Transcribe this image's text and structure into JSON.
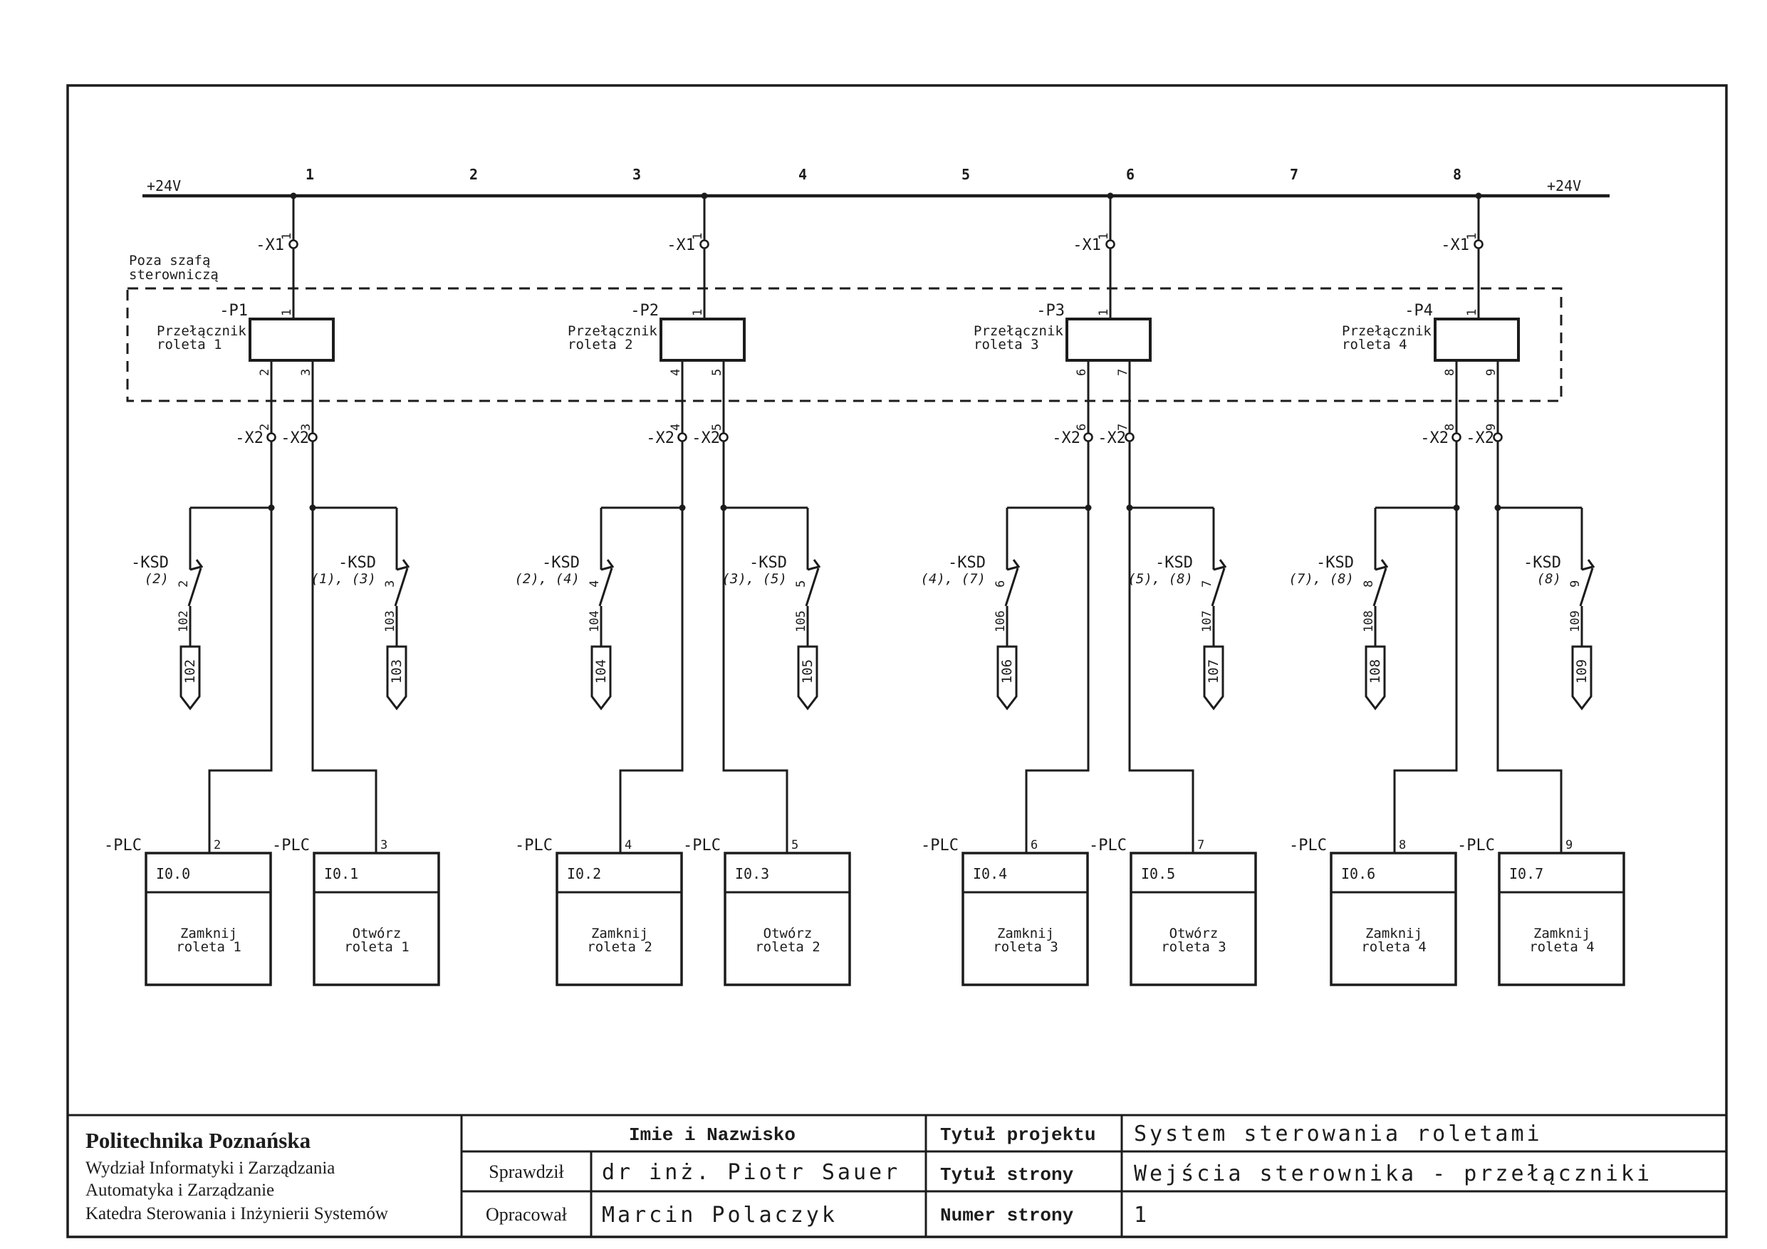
{
  "colors": {
    "ink": "#1c1c1c",
    "background": "#ffffff"
  },
  "rail": {
    "left_label": "+24V",
    "right_label": "+24V"
  },
  "columns": [
    "1",
    "2",
    "3",
    "4",
    "5",
    "6",
    "7",
    "8"
  ],
  "outside_label": {
    "line1": "Poza szafą",
    "line2": "sterowniczą"
  },
  "groups": [
    {
      "x1_label": "-X1",
      "x1_pin": "1",
      "p_label": "-P1",
      "p_desc1": "Przełącznik",
      "p_desc2": "roleta 1",
      "p_pin_top": "1",
      "p_pin_left": "2",
      "p_pin_right": "3",
      "x2_left_label": "-X2",
      "x2_left_pin": "2",
      "x2_right_label": "-X2",
      "x2_right_pin": "3",
      "ksd_left_label": "-KSD",
      "ksd_left_refs": "(2)",
      "ksd_left_pin": "2",
      "ksd_left_wire": "102",
      "ksd_left_flag": "102",
      "ksd_right_label": "-KSD",
      "ksd_right_refs": "(1), (3)",
      "ksd_right_pin": "3",
      "ksd_right_wire": "103",
      "ksd_right_flag": "103",
      "plc_left_label": "-PLC",
      "plc_left_pin": "2",
      "plc_left_input": "I0.0",
      "plc_left_desc1": "Zamknij",
      "plc_left_desc2": "roleta 1",
      "plc_right_label": "-PLC",
      "plc_right_pin": "3",
      "plc_right_input": "I0.1",
      "plc_right_desc1": "Otwórz",
      "plc_right_desc2": "roleta 1"
    },
    {
      "x1_label": "-X1",
      "x1_pin": "1",
      "p_label": "-P2",
      "p_desc1": "Przełącznik",
      "p_desc2": "roleta 2",
      "p_pin_top": "1",
      "p_pin_left": "4",
      "p_pin_right": "5",
      "x2_left_label": "-X2",
      "x2_left_pin": "4",
      "x2_right_label": "-X2",
      "x2_right_pin": "5",
      "ksd_left_label": "-KSD",
      "ksd_left_refs": "(2), (4)",
      "ksd_left_pin": "4",
      "ksd_left_wire": "104",
      "ksd_left_flag": "104",
      "ksd_right_label": "-KSD",
      "ksd_right_refs": "(3), (5)",
      "ksd_right_pin": "5",
      "ksd_right_wire": "105",
      "ksd_right_flag": "105",
      "plc_left_label": "-PLC",
      "plc_left_pin": "4",
      "plc_left_input": "I0.2",
      "plc_left_desc1": "Zamknij",
      "plc_left_desc2": "roleta 2",
      "plc_right_label": "-PLC",
      "plc_right_pin": "5",
      "plc_right_input": "I0.3",
      "plc_right_desc1": "Otwórz",
      "plc_right_desc2": "roleta 2"
    },
    {
      "x1_label": "-X1",
      "x1_pin": "1",
      "p_label": "-P3",
      "p_desc1": "Przełącznik",
      "p_desc2": "roleta 3",
      "p_pin_top": "1",
      "p_pin_left": "6",
      "p_pin_right": "7",
      "x2_left_label": "-X2",
      "x2_left_pin": "6",
      "x2_right_label": "-X2",
      "x2_right_pin": "7",
      "ksd_left_label": "-KSD",
      "ksd_left_refs": "(4), (7)",
      "ksd_left_pin": "6",
      "ksd_left_wire": "106",
      "ksd_left_flag": "106",
      "ksd_right_label": "-KSD",
      "ksd_right_refs": "(5), (8)",
      "ksd_right_pin": "7",
      "ksd_right_wire": "107",
      "ksd_right_flag": "107",
      "plc_left_label": "-PLC",
      "plc_left_pin": "6",
      "plc_left_input": "I0.4",
      "plc_left_desc1": "Zamknij",
      "plc_left_desc2": "roleta 3",
      "plc_right_label": "-PLC",
      "plc_right_pin": "7",
      "plc_right_input": "I0.5",
      "plc_right_desc1": "Otwórz",
      "plc_right_desc2": "roleta 3"
    },
    {
      "x1_label": "-X1",
      "x1_pin": "1",
      "p_label": "-P4",
      "p_desc1": "Przełącznik",
      "p_desc2": "roleta 4",
      "p_pin_top": "1",
      "p_pin_left": "8",
      "p_pin_right": "9",
      "x2_left_label": "-X2",
      "x2_left_pin": "8",
      "x2_right_label": "-X2",
      "x2_right_pin": "9",
      "ksd_left_label": "-KSD",
      "ksd_left_refs": "(7), (8)",
      "ksd_left_pin": "8",
      "ksd_left_wire": "108",
      "ksd_left_flag": "108",
      "ksd_right_label": "-KSD",
      "ksd_right_refs": "(8)",
      "ksd_right_pin": "9",
      "ksd_right_wire": "109",
      "ksd_right_flag": "109",
      "plc_left_label": "-PLC",
      "plc_left_pin": "8",
      "plc_left_input": "I0.6",
      "plc_left_desc1": "Zamknij",
      "plc_left_desc2": "roleta 4",
      "plc_right_label": "-PLC",
      "plc_right_pin": "9",
      "plc_right_input": "I0.7",
      "plc_right_desc1": "Zamknij",
      "plc_right_desc2": "roleta 4"
    }
  ],
  "title_block": {
    "institution_name": "Politechnika Poznańska",
    "institution_line1": "Wydział Informatyki i Zarządzania",
    "institution_line2": "Automatyka i Zarządzanie",
    "institution_line3": "Katedra Sterowania i Inżynierii Systemów",
    "names_header": "Imie i Nazwisko",
    "checked_label": "Sprawdził",
    "checked_name": "dr inż. Piotr Sauer",
    "prepared_label": "Opracował",
    "prepared_name": "Marcin Polaczyk",
    "project_title_label": "Tytuł projektu",
    "project_title": "System sterowania roletami",
    "page_title_label": "Tytuł strony",
    "page_title": "Wejścia sterownika - przełączniki",
    "page_number_label": "Numer strony",
    "page_number": "1"
  }
}
